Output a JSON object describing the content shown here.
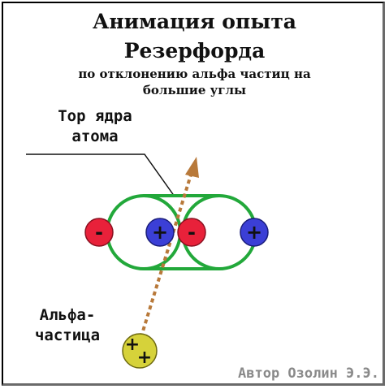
{
  "title_line1": "Анимация опыта",
  "title_line2": "Резерфорда",
  "subtitle_line1": "по отклонению альфа частиц на",
  "subtitle_line2": "большие углы",
  "torus_label_line1": "Тор ядра",
  "torus_label_line2": "атома",
  "alpha_label_line1": "Альфа-",
  "alpha_label_line2": "частица",
  "author": "Автор Озолин Э.Э.",
  "negative_sign": "-",
  "positive_sign": "+",
  "colors": {
    "torus": "#22a83a",
    "negative_charge": "#e8213a",
    "positive_charge": "#3b3fd6",
    "alpha_particle": "#d6d23a",
    "trajectory": "#b8793a"
  }
}
